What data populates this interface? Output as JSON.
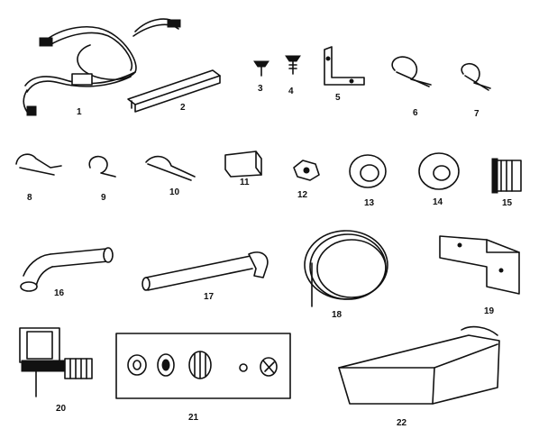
{
  "parts": [
    {
      "id": "1",
      "icon": "wiring-harness-icon"
    },
    {
      "id": "2",
      "icon": "channel-strip-icon"
    },
    {
      "id": "3",
      "icon": "screw-icon"
    },
    {
      "id": "4",
      "icon": "screw-icon"
    },
    {
      "id": "5",
      "icon": "angle-bracket-icon"
    },
    {
      "id": "6",
      "icon": "clamp-icon"
    },
    {
      "id": "7",
      "icon": "clamp-icon"
    },
    {
      "id": "8",
      "icon": "clip-icon"
    },
    {
      "id": "9",
      "icon": "clamp-icon"
    },
    {
      "id": "10",
      "icon": "clamp-icon"
    },
    {
      "id": "11",
      "icon": "bracket-icon"
    },
    {
      "id": "12",
      "icon": "nut-icon"
    },
    {
      "id": "13",
      "icon": "grommet-icon"
    },
    {
      "id": "14",
      "icon": "grommet-icon"
    },
    {
      "id": "15",
      "icon": "connector-block-icon"
    },
    {
      "id": "16",
      "icon": "elbow-fill-tube-icon"
    },
    {
      "id": "17",
      "icon": "fill-tube-icon"
    },
    {
      "id": "18",
      "icon": "water-tubing-coil-icon"
    },
    {
      "id": "19",
      "icon": "mounting-bracket-icon"
    },
    {
      "id": "20",
      "icon": "water-valve-icon"
    },
    {
      "id": "21",
      "icon": "fitting-kit-icon"
    },
    {
      "id": "22",
      "icon": "ice-bin-icon"
    }
  ]
}
